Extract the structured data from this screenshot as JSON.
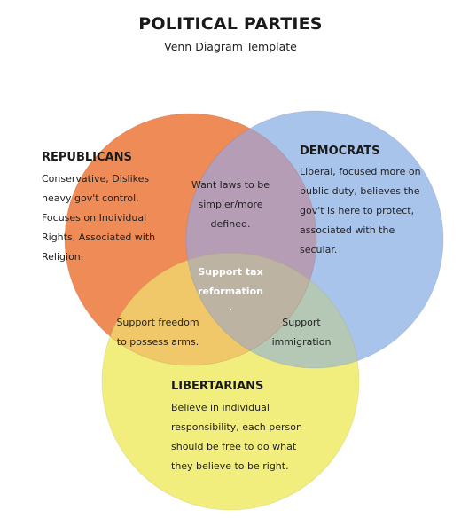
{
  "title": "POLITICAL PARTIES",
  "subtitle": "Venn Diagram Template",
  "colors": {
    "republicans": "#EE8B57",
    "democrats": "#A9C4EA",
    "libertarians": "#F2EE7E",
    "overlap_rep_dem": "#B59DB6",
    "overlap_rep_lib": "#F0C86A",
    "overlap_dem_lib": "#B5C8B6",
    "overlap_all": "#BDB3A2"
  },
  "sets": {
    "republicans": {
      "name": "REPUBLICANS",
      "lines": [
        "Conservative, Dislikes",
        "heavy gov't control,",
        "Focuses on Individual",
        "Rights, Associated with",
        "Religion."
      ]
    },
    "democrats": {
      "name": "DEMOCRATS",
      "lines": [
        "Liberal, focused more on",
        "public duty, believes the",
        "gov't is here to protect,",
        "associated with the",
        "secular."
      ]
    },
    "libertarians": {
      "name": "LIBERTARIANS",
      "lines": [
        "Believe in individual",
        "responsibility, each person",
        "should be free to do what",
        "they believe to be right."
      ]
    }
  },
  "overlaps": {
    "rep_dem": {
      "lines": [
        "Want laws to be",
        "simpler/more",
        "defined."
      ]
    },
    "rep_lib": {
      "lines": [
        "Support freedom",
        "to possess arms."
      ]
    },
    "dem_lib": {
      "lines": [
        "Support",
        "immigration"
      ]
    },
    "all": {
      "lines": [
        "Support tax",
        "reformation",
        "."
      ]
    }
  }
}
